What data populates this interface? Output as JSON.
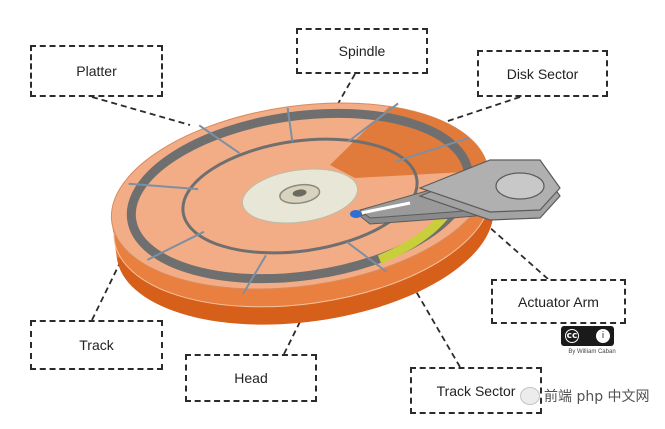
{
  "labels": {
    "platter": "Platter",
    "spindle": "Spindle",
    "disk_sector": "Disk Sector",
    "actuator_arm": "Actuator Arm",
    "track": "Track",
    "head": "Head",
    "track_sector": "Track Sector"
  },
  "badge": {
    "cc": "cc",
    "by": "i"
  },
  "credit": "By William Caban",
  "watermark": "前端 php 中文网",
  "colors": {
    "platter_top": "#f2ad86",
    "platter_rim": "#e8762e",
    "platter_rim_dark": "#d65f1a",
    "track_ring": "#6f6f6f",
    "disk_sector": "#e07b3c",
    "track_sector": "#c8cf3a",
    "spindle": "#e8e6d6",
    "arm": "#9a9a9a",
    "spoke": "#7d8fa3"
  }
}
